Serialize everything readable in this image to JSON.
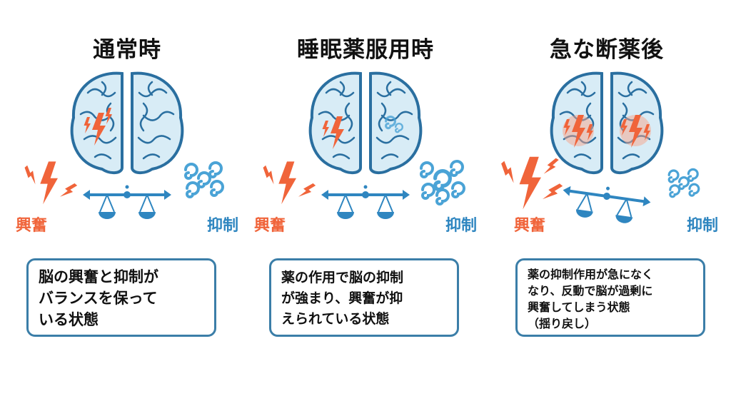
{
  "colors": {
    "excitation": "#f0643a",
    "inhibition": "#2f86c0",
    "brain_fill": "#d8ecf6",
    "brain_stroke": "#2a6fa0",
    "box_border": "#3b7ea8"
  },
  "panels": [
    {
      "title": "通常時",
      "excitation_label": "興奮",
      "inhibition_label": "抑制",
      "state": "balanced",
      "description": [
        "脳の興奮と抑制が",
        "バランスを保って",
        "いる状態"
      ]
    },
    {
      "title": "睡眠薬服用時",
      "excitation_label": "興奮",
      "inhibition_label": "抑制",
      "state": "inhibition-strong",
      "description": [
        "薬の作用で脳の抑制",
        "が強まり、興奮が抑",
        "えられている状態"
      ]
    },
    {
      "title": "急な断薬後",
      "excitation_label": "興奮",
      "inhibition_label": "抑制",
      "state": "excitation-strong",
      "description": [
        "薬の抑制作用が急になく",
        "なり、反動で脳が過剰に",
        "興奮してしまう状態",
        "（揺り戻し）"
      ]
    }
  ]
}
